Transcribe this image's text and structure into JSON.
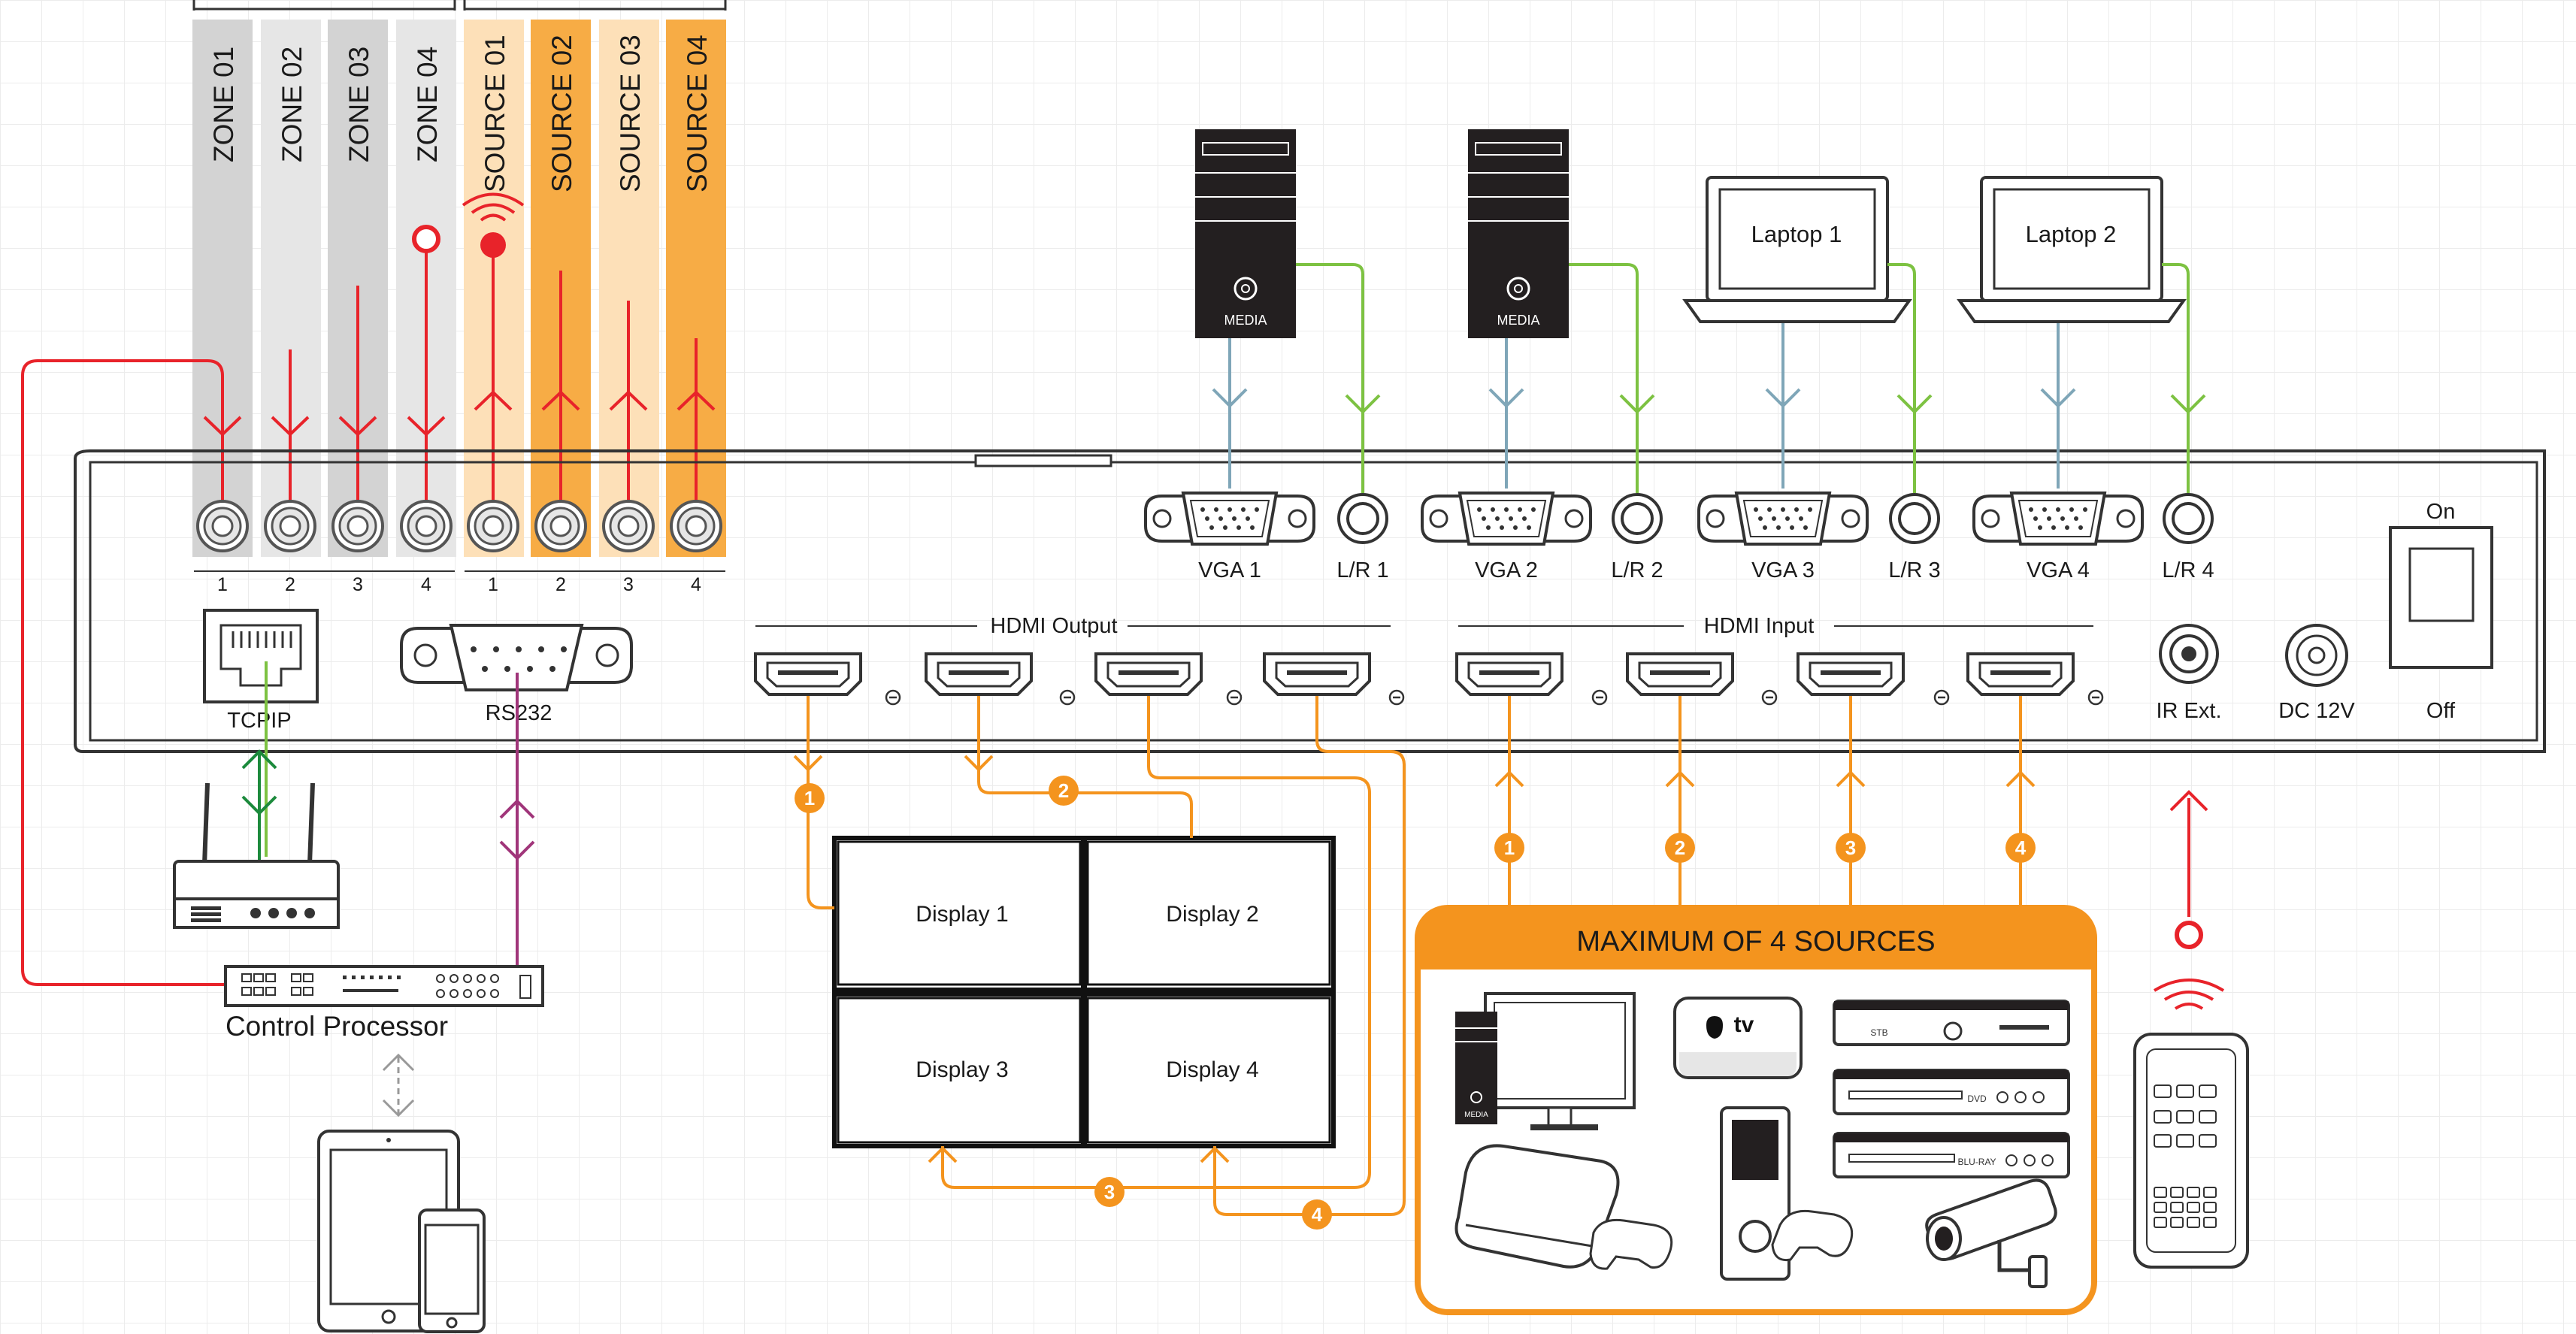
{
  "zones": [
    "ZONE 01",
    "ZONE 02",
    "ZONE 03",
    "ZONE 04"
  ],
  "sources": [
    "SOURCE 01",
    "SOURCE 02",
    "SOURCE 03",
    "SOURCE 04"
  ],
  "zone_port_numbers": [
    "1",
    "2",
    "3",
    "4"
  ],
  "source_port_numbers": [
    "1",
    "2",
    "3",
    "4"
  ],
  "ports": {
    "tcpip": "TCPIP",
    "rs232": "RS232",
    "hdmi_output": "HDMI Output",
    "hdmi_input": "HDMI Input",
    "ir_ext": "IR Ext.",
    "dc": "DC 12V",
    "power_on": "On",
    "power_off": "Off",
    "vga": [
      "VGA 1",
      "VGA 2",
      "VGA 3",
      "VGA 4"
    ],
    "lr": [
      "L/R 1",
      "L/R 2",
      "L/R 3",
      "L/R 4"
    ]
  },
  "computers": {
    "media_label": "MEDIA",
    "laptops": [
      "Laptop 1",
      "Laptop 2"
    ]
  },
  "control_processor": "Control Processor",
  "displays": [
    "Display 1",
    "Display 2",
    "Display 3",
    "Display 4"
  ],
  "output_badges": [
    "1",
    "2",
    "3",
    "4"
  ],
  "input_badges": [
    "1",
    "2",
    "3",
    "4"
  ],
  "sources_box": {
    "title": "MAXIMUM OF 4 SOURCES",
    "stb": "STB",
    "dvd": "DVD",
    "bluray": "BLU-RAY",
    "media": "MEDIA",
    "tv": "tv"
  },
  "colors": {
    "red": "#e8232a",
    "orange": "#f4941e",
    "green": "#7dc242",
    "blue_gray": "#7fa6b8",
    "dark_green": "#1c8a3c",
    "purple": "#a0357a",
    "zone_gray": "#d3d3d3",
    "zone_light": "#e6e6e6",
    "source_light": "#fde0b8",
    "source_orange": "#f7ac45"
  }
}
